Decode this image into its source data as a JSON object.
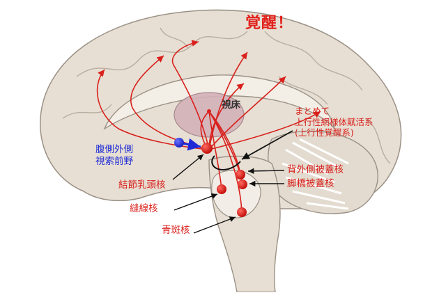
{
  "labels": {
    "arousal": "覚醒！",
    "thalamus": "視床",
    "summary_line1": "まとめて",
    "summary_line2": "上行性網様体賦活系",
    "summary_line3": "(上行性覚醒系)",
    "vlpo_line1": "腹側外側",
    "vlpo_line2": "視索前野",
    "tuberomammillary": "結節乳頭核",
    "raphe": "縫線核",
    "locus_coeruleus": "青斑核",
    "ldt": "背外側被蓋核",
    "ppt": "脚橋被蓋核"
  },
  "colors": {
    "pathway_red": "#d9201c",
    "vlpo_blue": "#1f2bd6",
    "brain_fill": "#e7dfd3",
    "brain_outline": "#9b9186",
    "thalamus_fill": "#d4b2b9",
    "label_red": "#d9201c",
    "label_blue": "#1f2bd6"
  }
}
